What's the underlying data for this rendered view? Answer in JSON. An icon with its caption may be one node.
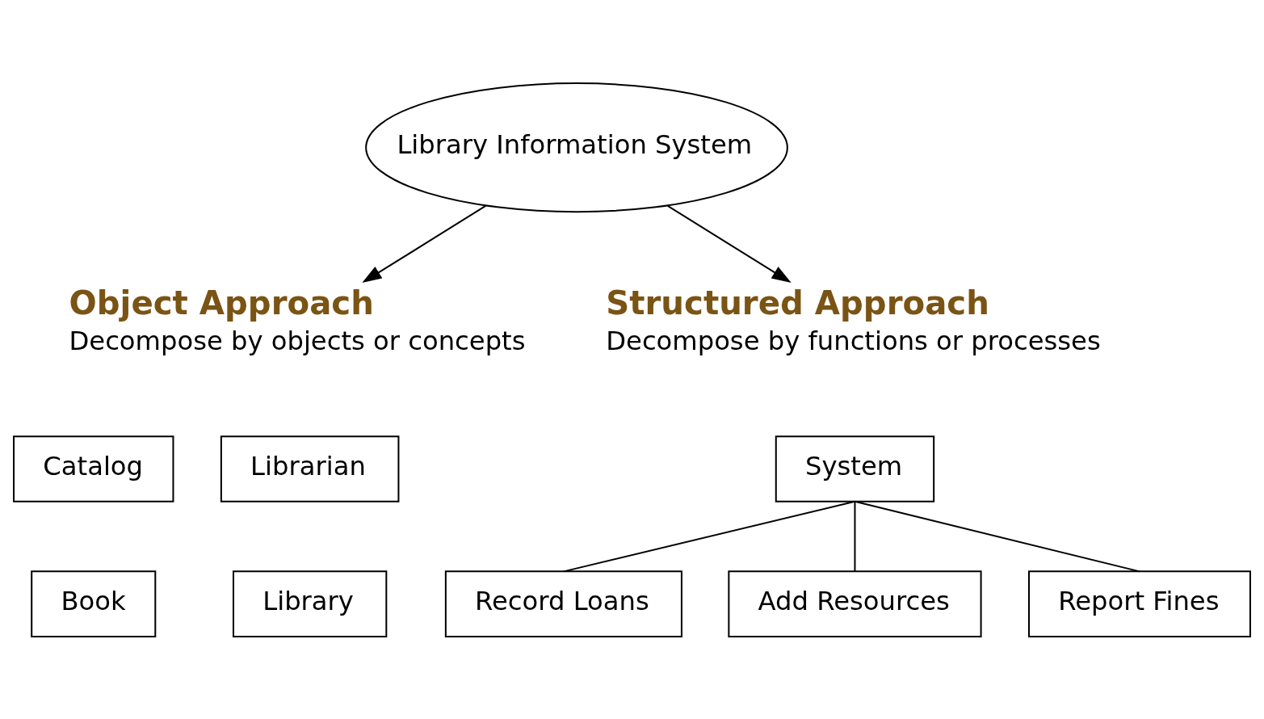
{
  "diagram": {
    "nodes": [
      {
        "text": [
          "Library Information System"
        ]
      },
      {
        "text": [
          "Object Approach",
          "Decompose by objects or concepts"
        ]
      },
      {
        "text": [
          "Structured Approach",
          "Decompose by functions or processes"
        ]
      },
      {
        "text": [
          "Catalog"
        ]
      },
      {
        "text": [
          "Librarian"
        ]
      },
      {
        "text": [
          "Book"
        ]
      },
      {
        "text": [
          "Library"
        ]
      },
      {
        "text": [
          "System"
        ]
      },
      {
        "text": [
          "Record Loans"
        ]
      },
      {
        "text": [
          "Add Resources"
        ]
      },
      {
        "text": [
          "Report Fines"
        ]
      }
    ],
    "edges": [
      {
        "from": 0,
        "to": 1,
        "arrow": "to"
      },
      {
        "from": 0,
        "to": 2,
        "arrow": "to"
      },
      {
        "from": 7,
        "to": 8,
        "arrow": "none"
      },
      {
        "from": 7,
        "to": 9,
        "arrow": "none"
      },
      {
        "from": 7,
        "to": 10,
        "arrow": "none"
      }
    ]
  }
}
